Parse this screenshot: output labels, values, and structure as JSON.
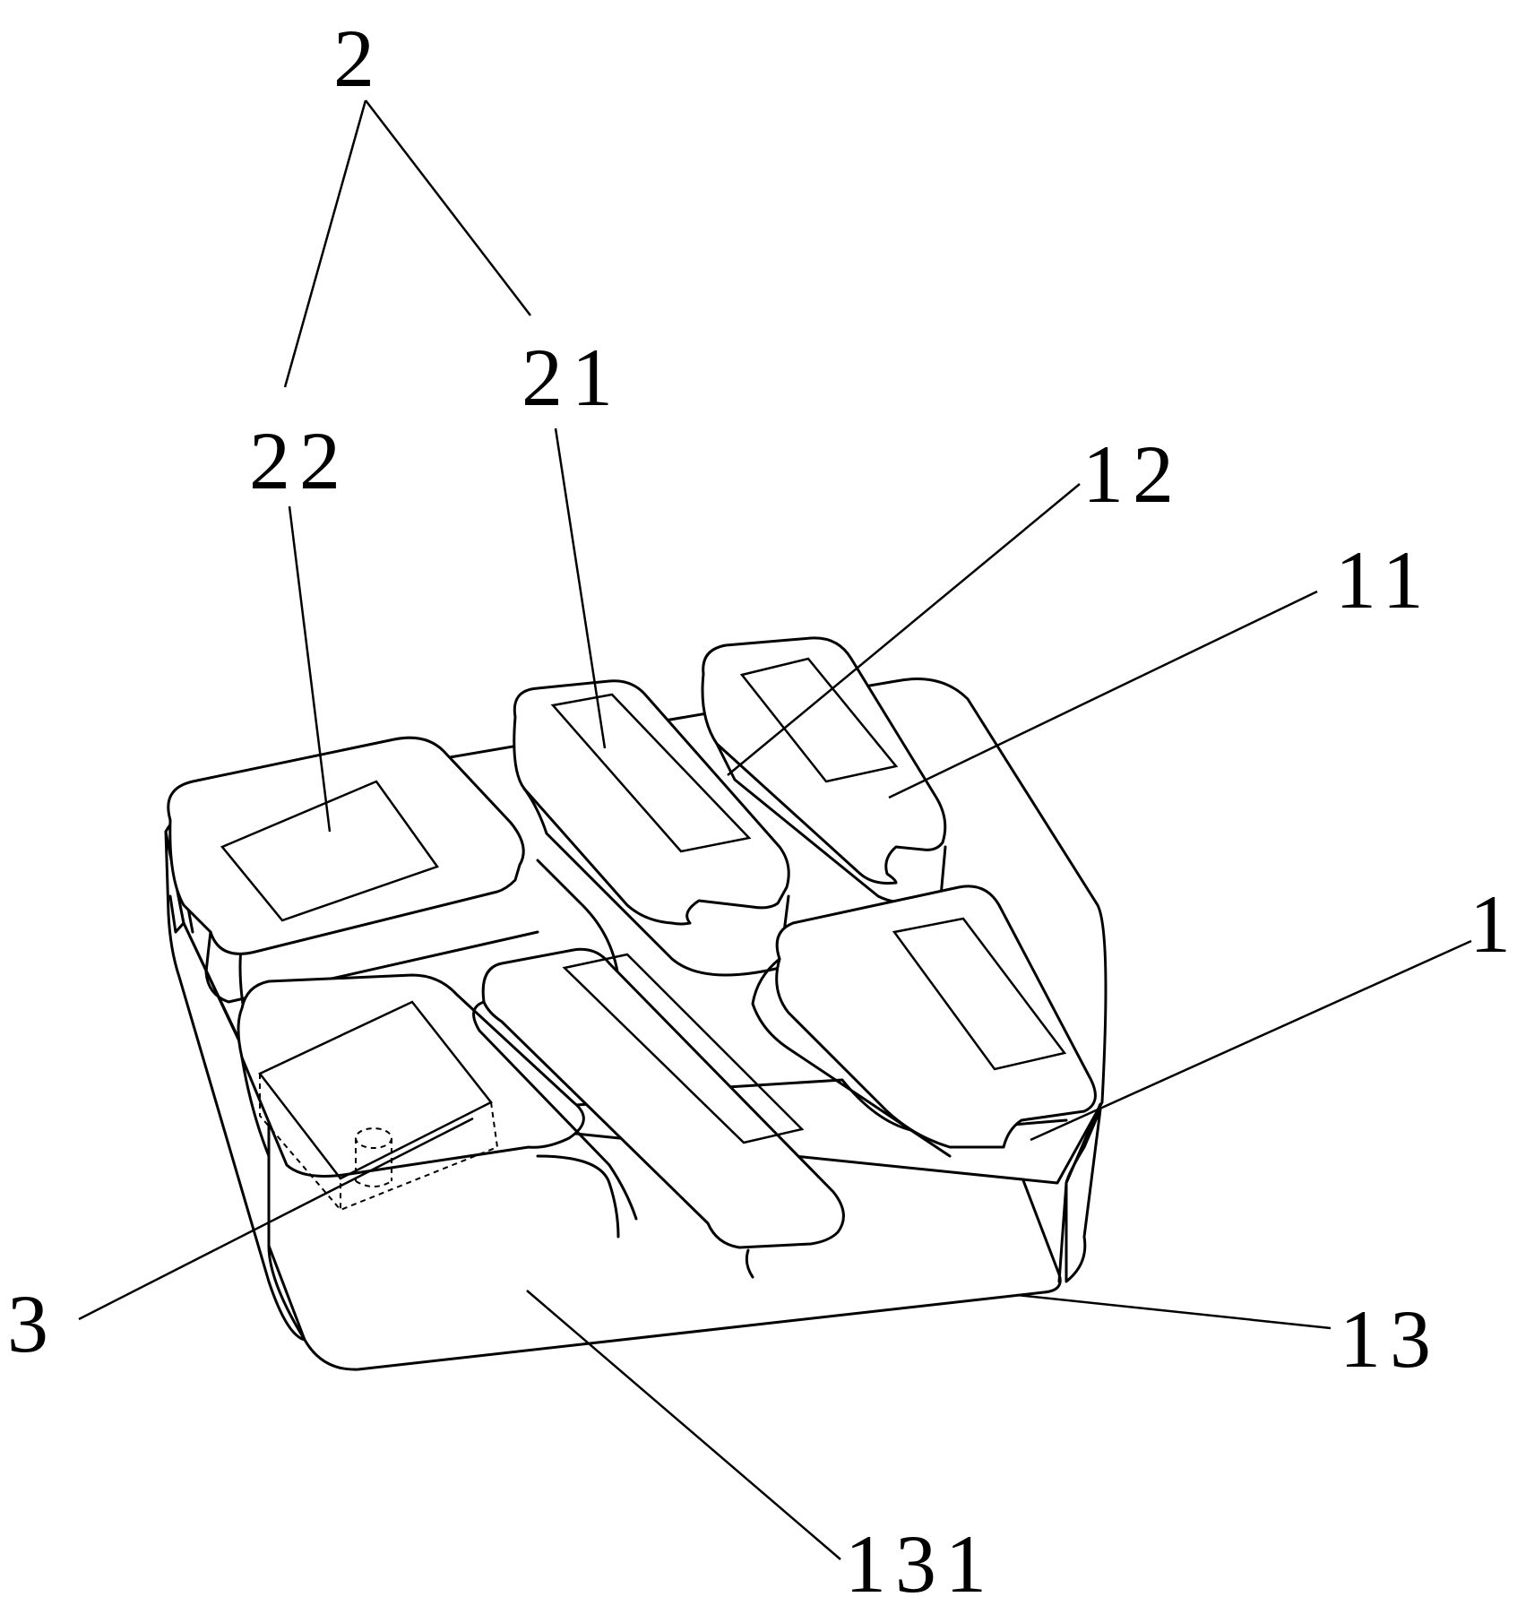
{
  "figure": {
    "labels": {
      "l2": "2",
      "l22": "22",
      "l21": "21",
      "l12": "12",
      "l11": "11",
      "l1": "1",
      "l3": "3",
      "l13": "13",
      "l131": "131"
    }
  }
}
